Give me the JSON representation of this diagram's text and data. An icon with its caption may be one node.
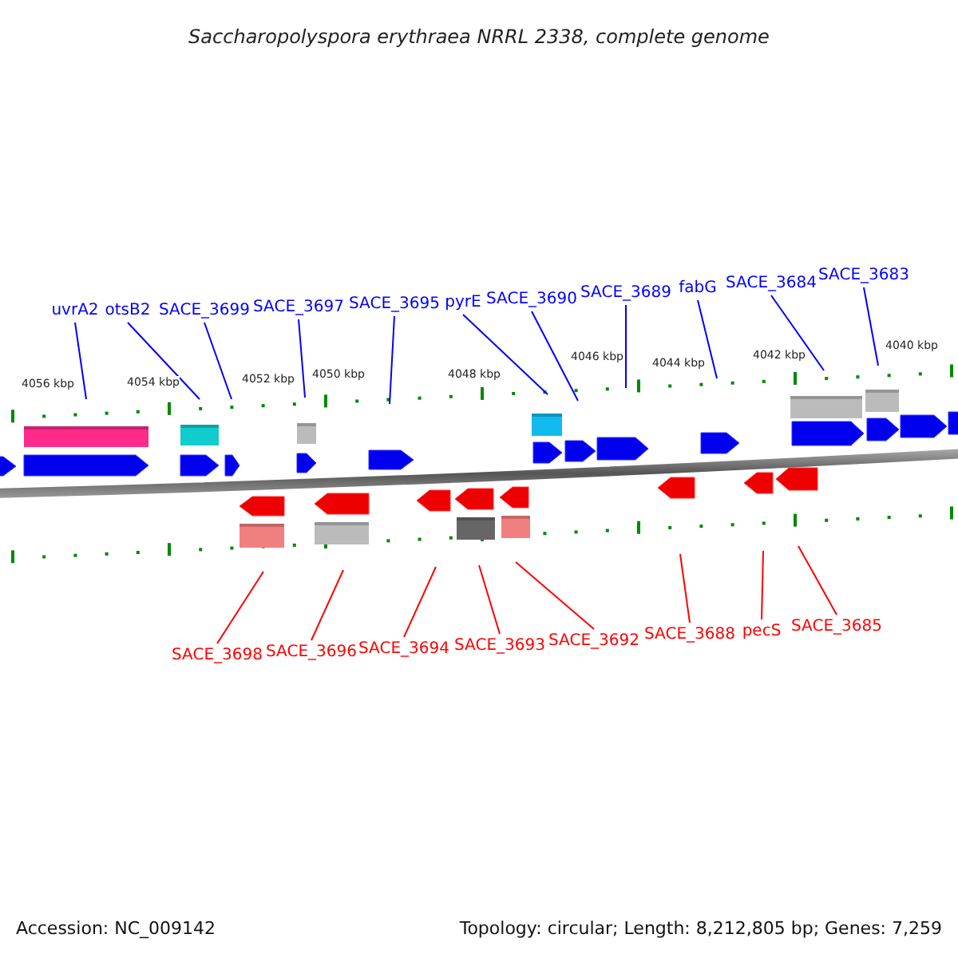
{
  "diagram": {
    "title": "Saccharopolyspora erythraea NRRL 2338, complete genome",
    "nodes": [
      {
        "text": [
          "uvrA2"
        ]
      },
      {
        "text": [
          "otsB2"
        ]
      },
      {
        "text": [
          "SACE_3699"
        ]
      },
      {
        "text": [
          "SACE_3697"
        ]
      },
      {
        "text": [
          "SACE_3695"
        ]
      },
      {
        "text": [
          "pyrE"
        ]
      },
      {
        "text": [
          "SACE_3690"
        ]
      },
      {
        "text": [
          "SACE_3689"
        ]
      },
      {
        "text": [
          "fabG"
        ]
      },
      {
        "text": [
          "SACE_3684"
        ]
      },
      {
        "text": [
          "SACE_3683"
        ]
      },
      {
        "text": [
          "SACE_3698"
        ]
      },
      {
        "text": [
          "SACE_3696"
        ]
      },
      {
        "text": [
          "SACE_3694"
        ]
      },
      {
        "text": [
          "SACE_3693"
        ]
      },
      {
        "text": [
          "SACE_3692"
        ]
      },
      {
        "text": [
          "SACE_3688"
        ]
      },
      {
        "text": [
          "pecS"
        ]
      },
      {
        "text": [
          "SACE_3685"
        ]
      }
    ],
    "edges": [
      {
        "from": 0,
        "to": null,
        "arrow": "none"
      },
      {
        "from": 1,
        "to": null,
        "arrow": "none"
      },
      {
        "from": 2,
        "to": null,
        "arrow": "none"
      },
      {
        "from": 3,
        "to": null,
        "arrow": "none"
      },
      {
        "from": 4,
        "to": null,
        "arrow": "none"
      },
      {
        "from": 5,
        "to": null,
        "arrow": "none"
      },
      {
        "from": 6,
        "to": null,
        "arrow": "none"
      },
      {
        "from": 7,
        "to": null,
        "arrow": "none"
      },
      {
        "from": 8,
        "to": null,
        "arrow": "none"
      },
      {
        "from": 9,
        "to": null,
        "arrow": "none"
      },
      {
        "from": 10,
        "to": null,
        "arrow": "none"
      },
      {
        "from": 11,
        "to": null,
        "arrow": "none",
        "color": "#ff0000"
      },
      {
        "from": 12,
        "to": null,
        "arrow": "none",
        "color": "#ff0000"
      },
      {
        "from": 13,
        "to": null,
        "arrow": "none",
        "color": "#ff0000"
      },
      {
        "from": 14,
        "to": null,
        "arrow": "none",
        "color": "#ff0000"
      },
      {
        "from": 15,
        "to": null,
        "arrow": "none",
        "color": "#ff0000"
      },
      {
        "from": 16,
        "to": null,
        "arrow": "none",
        "color": "#ff0000"
      },
      {
        "from": 17,
        "to": null,
        "arrow": "none",
        "color": "#ff0000"
      },
      {
        "from": 18,
        "to": null,
        "arrow": "none",
        "color": "#ff0000"
      }
    ],
    "labels": [
      "4056 kbp",
      "4054 kbp",
      "4052 kbp",
      "4050 kbp",
      "4048 kbp",
      "4046 kbp",
      "4044 kbp",
      "4042 kbp",
      "4040 kbp",
      "Accession: NC_009142",
      "Topology: circular; Length: 8,212,805 bp; Genes: 7,259"
    ]
  }
}
